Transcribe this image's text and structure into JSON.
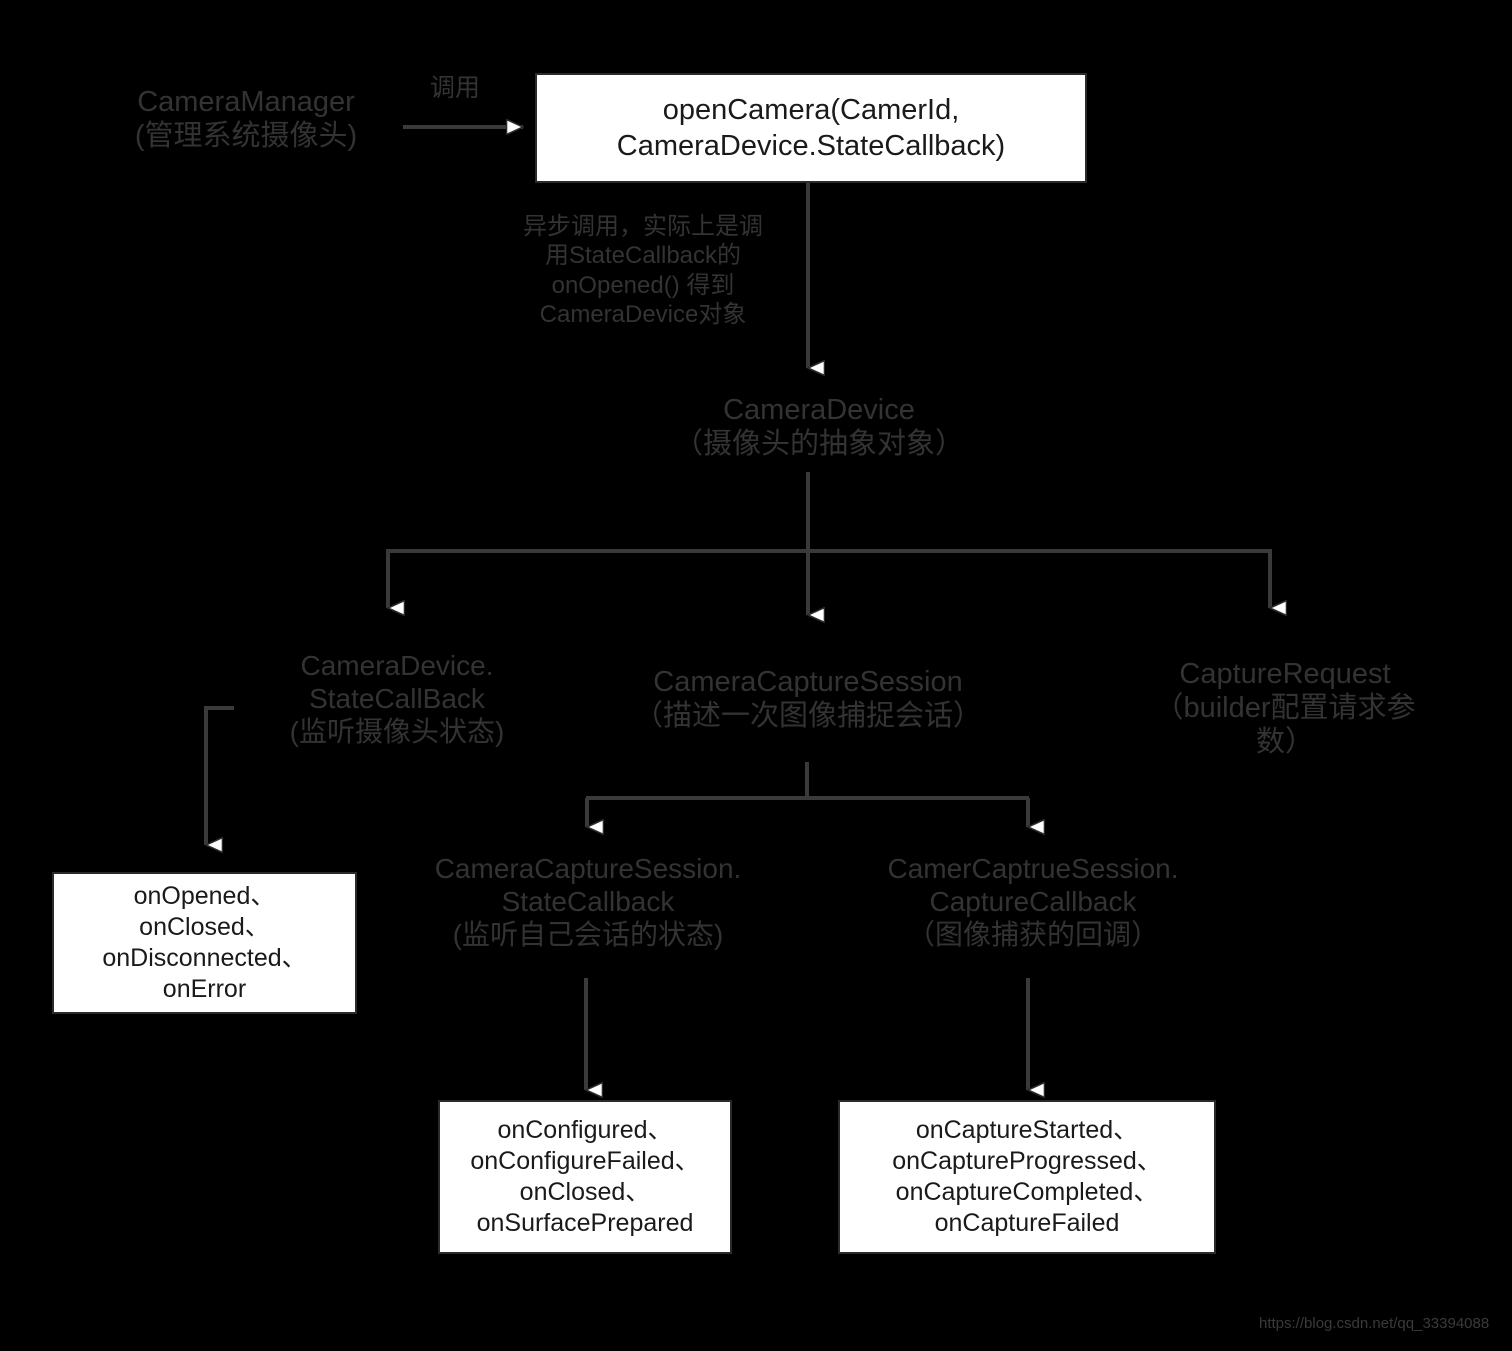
{
  "diagram": {
    "title": "Android Camera2 API flow",
    "background_color": "#000000",
    "text_color": "#333333",
    "box_fill_color": "#ffffff",
    "box_border_color": "#2b2b2b",
    "box_text_color": "#1a1a1a",
    "edge_color": "#3a3a3a"
  },
  "nodes": {
    "camera_manager": {
      "label": "CameraManager\n(管理系统摄像头)"
    },
    "open_camera_box": {
      "label": "openCamera(CamerId,\nCameraDevice.StateCallback)"
    },
    "camera_device": {
      "label": "CameraDevice\n（摄像头的抽象对象）"
    },
    "camera_device_state_callback": {
      "label": "CameraDevice.\nStateCallBack\n(监听摄像头状态)"
    },
    "camera_capture_session": {
      "label": "CameraCaptureSession\n（描述一次图像捕捉会话）"
    },
    "capture_request": {
      "label": "CaptureRequest\n（builder配置请求参\n数）"
    },
    "session_state_callback": {
      "label": "CameraCaptureSession.\nStateCallback\n(监听自己会话的状态)"
    },
    "session_capture_callback": {
      "label": "CamerCaptrueSession.\nCaptureCallback\n（图像捕获的回调）"
    },
    "device_callbacks_box": {
      "label": "onOpened、\nonClosed、\nonDisconnected、\nonError"
    },
    "session_state_methods_box": {
      "label": "onConfigured、\nonConfigureFailed、\nonClosed、\nonSurfacePrepared"
    },
    "capture_callback_methods_box": {
      "label": "onCaptureStarted、\nonCaptureProgressed、\nonCaptureCompleted、\nonCaptureFailed"
    }
  },
  "edges": {
    "manager_to_open_camera": {
      "label": "调用"
    },
    "open_camera_to_device": {
      "label": "异步调用，实际上是调\n用StateCallback的\nonOpened() 得到\nCameraDevice对象"
    }
  },
  "watermark": {
    "text": "https://blog.csdn.net/qq_33394088"
  }
}
